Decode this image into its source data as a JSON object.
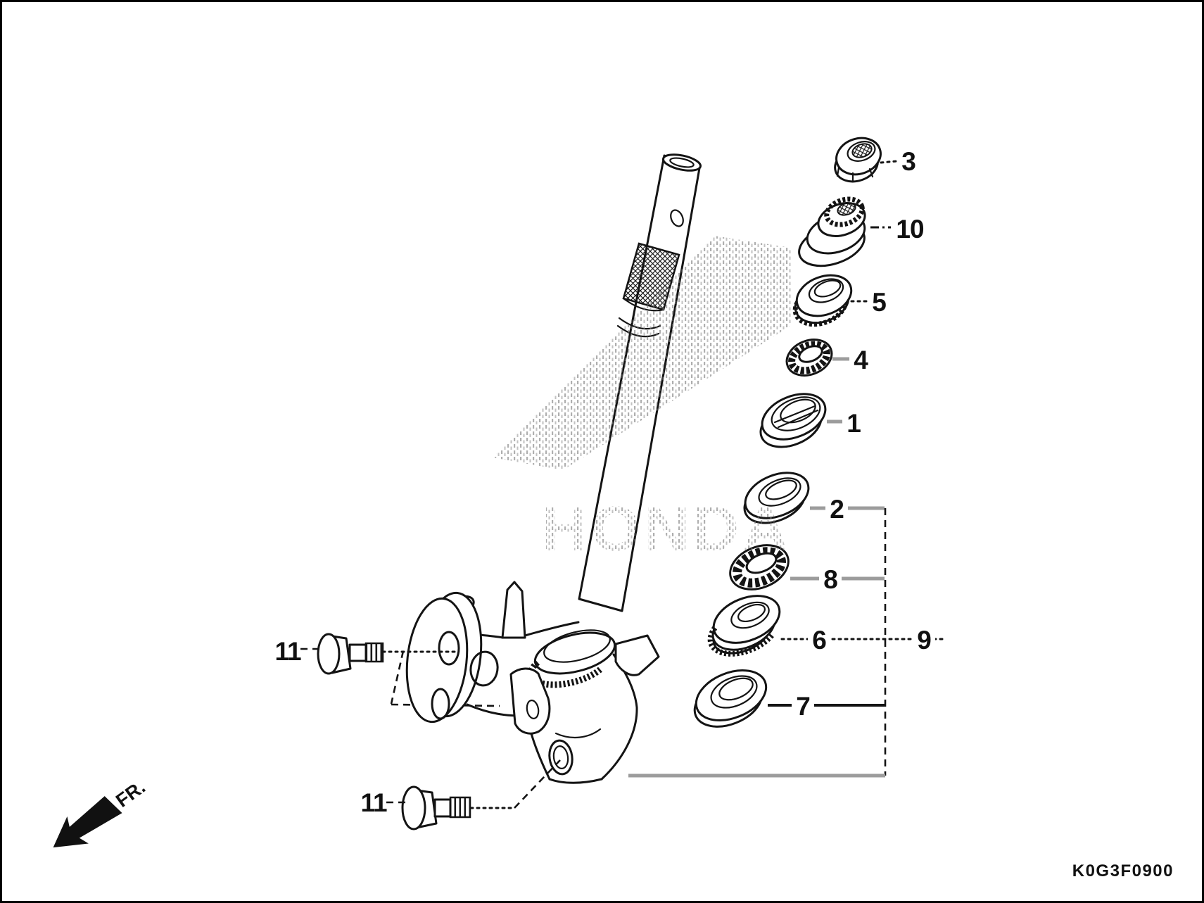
{
  "diagram": {
    "code": "K0G3F0900",
    "watermark": "HONDA",
    "direction_label": "FR."
  },
  "callouts": [
    {
      "label": "3"
    },
    {
      "label": "10"
    },
    {
      "label": "5"
    },
    {
      "label": "4"
    },
    {
      "label": "1"
    },
    {
      "label": "2"
    },
    {
      "label": "8"
    },
    {
      "label": "6"
    },
    {
      "label": "9"
    },
    {
      "label": "7"
    },
    {
      "label": "11"
    },
    {
      "label": "11"
    }
  ],
  "colors": {
    "line": "#141414",
    "leader_gray": "#9c9c9c",
    "background": "#ffffff",
    "watermark_gray": "#777777"
  }
}
